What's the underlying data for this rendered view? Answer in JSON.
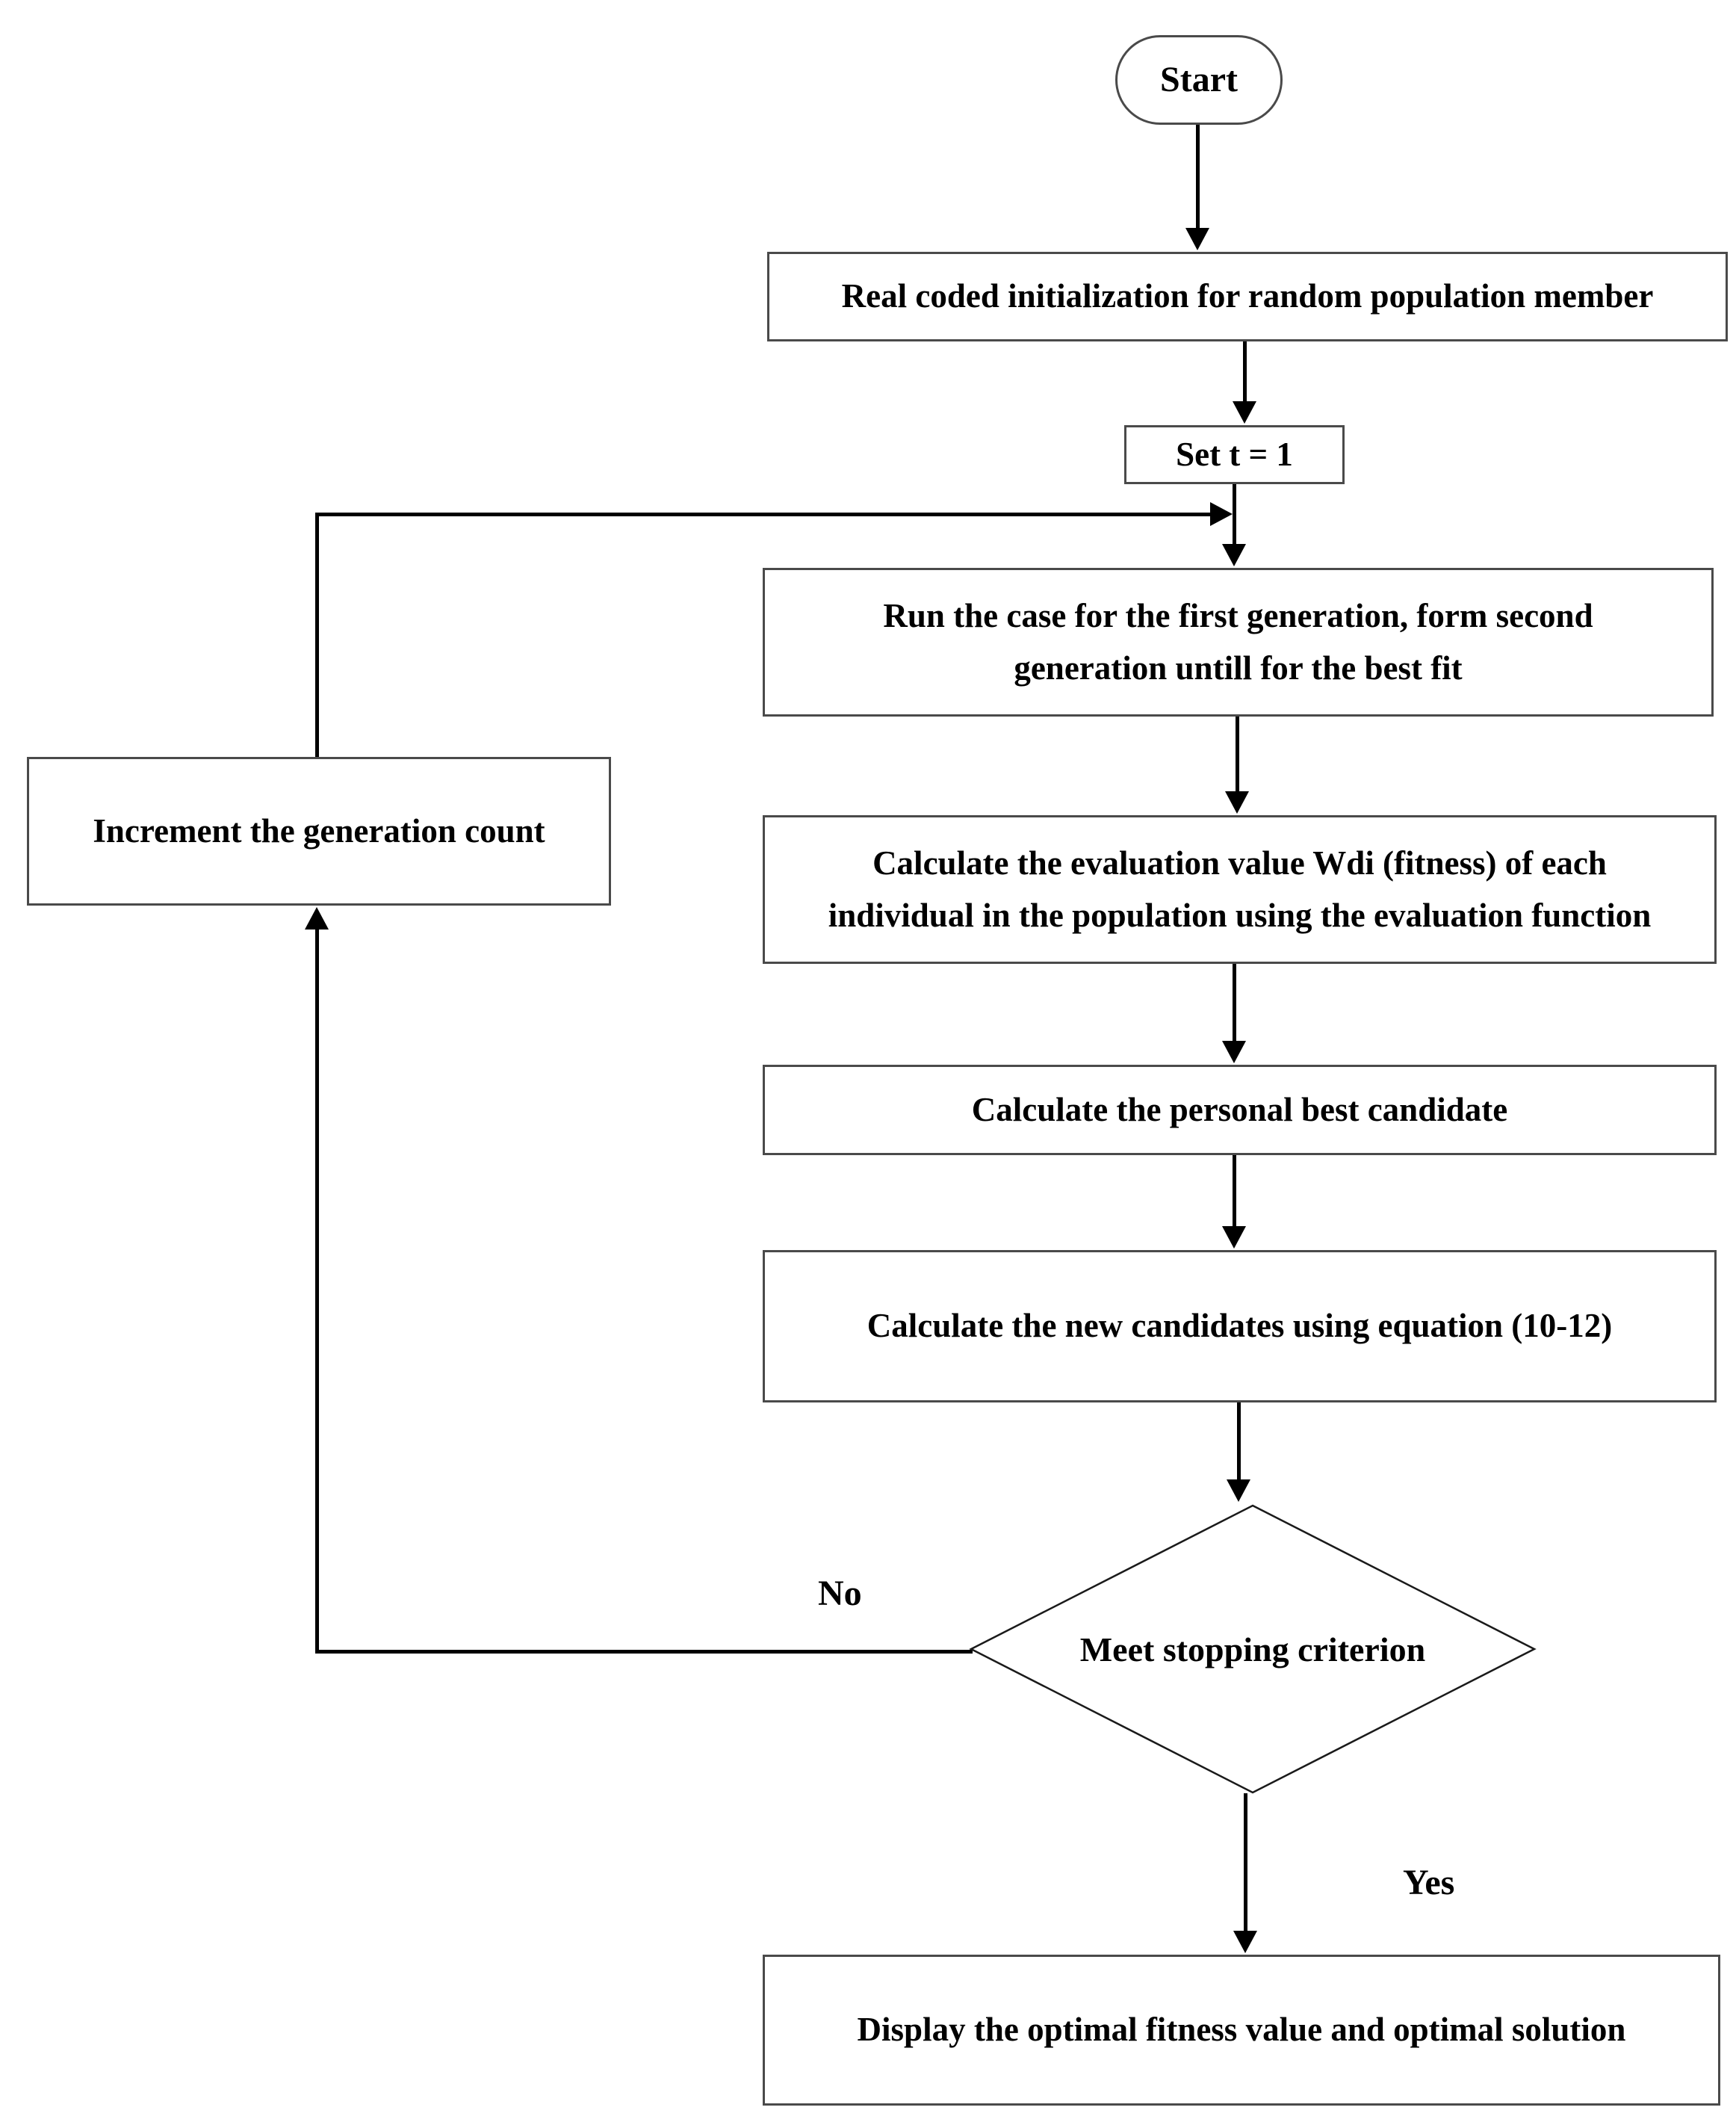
{
  "diagram": {
    "nodes": {
      "start": {
        "label": "Start"
      },
      "init": {
        "label": "Real coded initialization  for random population member"
      },
      "set_t": {
        "label": "Set t = 1"
      },
      "run_case": {
        "lines": [
          "Run the case for the first generation, form second",
          "generation untill for the best fit"
        ]
      },
      "evaluate": {
        "lines": [
          "Calculate the evaluation value Wdi (fitness) of each",
          "individual in the population using the evaluation function"
        ]
      },
      "personal_best": {
        "label": "Calculate the personal best candidate"
      },
      "new_candidates": {
        "label": "Calculate the new candidates using equation (10-12)"
      },
      "decision": {
        "label": "Meet stopping criterion"
      },
      "increment": {
        "label": "Increment the generation count"
      },
      "display": {
        "label": "Display the optimal fitness value and optimal solution"
      }
    },
    "branch_labels": {
      "no": "No",
      "yes": "Yes"
    },
    "colors": {
      "background": "#ffffff",
      "line": "#000000",
      "box_border": "#4a4a4a",
      "text": "#000000"
    }
  }
}
